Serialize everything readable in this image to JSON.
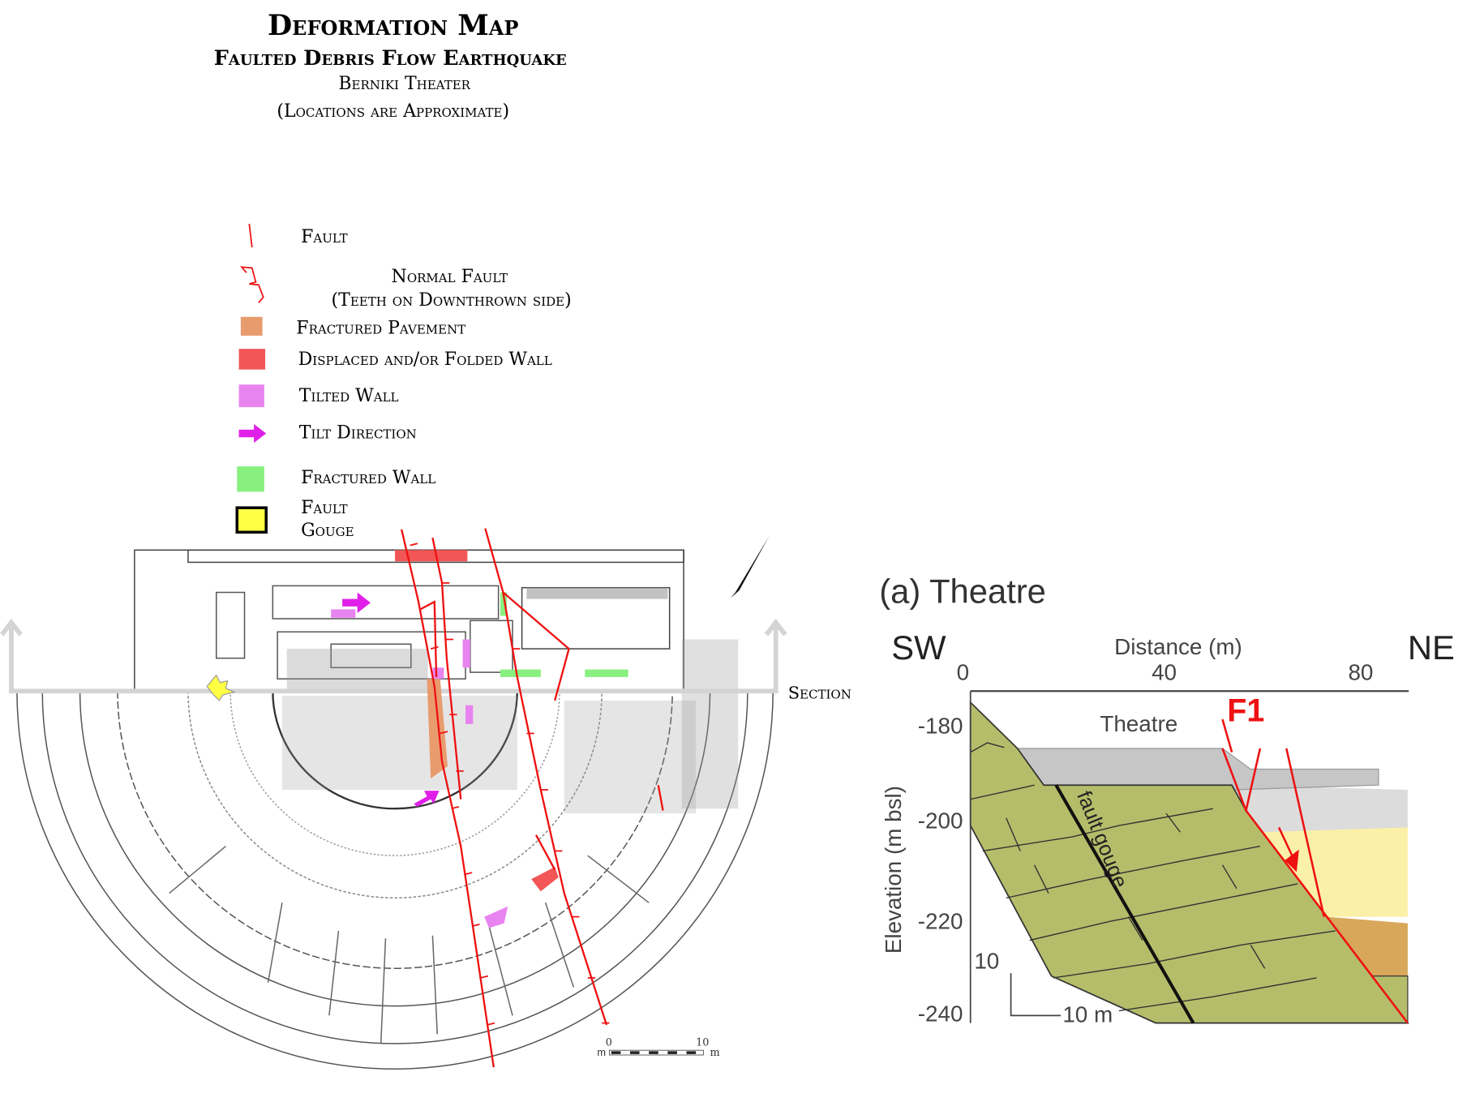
{
  "header": {
    "title": "Deformation Map",
    "subtitle": "Faulted Debris Flow Earthquake",
    "site": "Berniki Theater",
    "note": "(Locations are Approximate)"
  },
  "legend": {
    "items": [
      {
        "label": "Fault",
        "icon": "fault-line-icon"
      },
      {
        "label": "Normal Fault",
        "label2": "(Teeth on Downthrown side)",
        "icon": "normal-fault-icon"
      },
      {
        "label": "Fractured Pavement",
        "icon": "swatch",
        "color": "#e89c6e"
      },
      {
        "label": "Displaced and/or Folded Wall",
        "icon": "swatch",
        "color": "#f25656"
      },
      {
        "label": "Tilted Wall",
        "icon": "swatch",
        "color": "#e884f0"
      },
      {
        "label": "Tilt Direction",
        "icon": "arrow-icon",
        "color": "#e020e8"
      },
      {
        "label": "Fractured Wall",
        "icon": "swatch",
        "color": "#88f07e"
      },
      {
        "label": "Fault",
        "label2": "Gouge",
        "icon": "swatch-outlined",
        "color": "#ffff44"
      }
    ]
  },
  "map": {
    "section_label": "Section",
    "scale_bar": {
      "start": "0",
      "end": "10",
      "unit": "m",
      "prefix": "m"
    }
  },
  "cross_section": {
    "title": "(a) Theatre",
    "left_dir": "SW",
    "right_dir": "NE",
    "x_axis_label": "Distance (m)",
    "x_ticks": [
      "0",
      "40",
      "80"
    ],
    "y_axis_label": "Elevation (m bsl)",
    "y_ticks": [
      "-180",
      "-200",
      "-220",
      "-240"
    ],
    "fault_label": "F1",
    "structure_label": "Theatre",
    "gouge_label": "fault gouge",
    "scale_v": "10",
    "scale_h": "10 m"
  },
  "colors": {
    "fault": "#ee1111",
    "bedrock": "#b5bd6a",
    "section_line": "#d4d4d4"
  }
}
